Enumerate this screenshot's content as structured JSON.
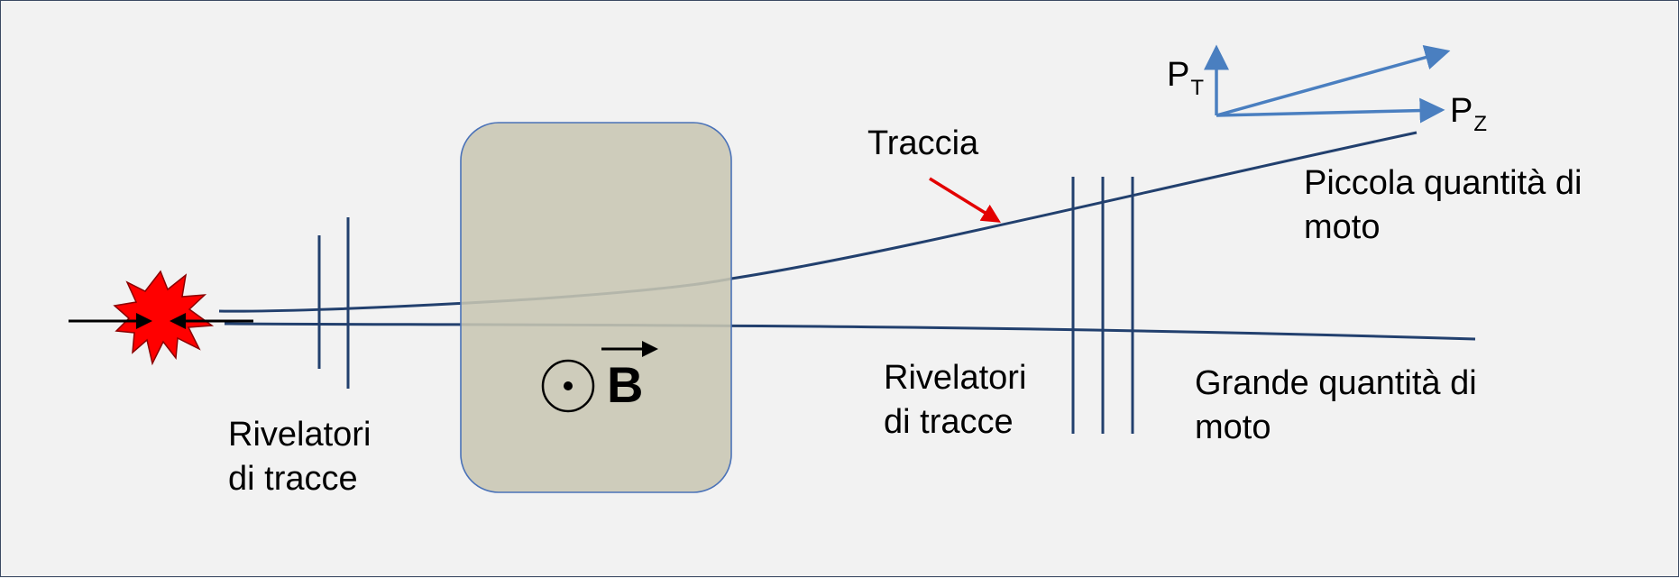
{
  "labels": {
    "left_detector": [
      "Rivelatori",
      "di tracce"
    ],
    "right_detector": [
      "Rivelatori",
      "di tracce"
    ],
    "track": "Traccia",
    "low_momentum": [
      "Piccola quantità di",
      "moto"
    ],
    "high_momentum": [
      "Grande quantità di",
      "moto"
    ],
    "magnetic_field": "B",
    "pt": "P",
    "pt_sub": "T",
    "pz": "P",
    "pz_sub": "Z"
  },
  "colors": {
    "background": "#f2f2f2",
    "frame": "#3b4a63",
    "track": "#22406e",
    "detector": "#22406e",
    "magnet_fill": "#c8c6b3",
    "magnet_stroke": "#4a72b8",
    "momentum_vector": "#4a7fc0",
    "pointer_arrow": "#e30000",
    "collision": "#ff0000"
  },
  "icons": {
    "field_symbol": "field-out-of-page-icon",
    "collision": "collision-burst-icon"
  }
}
